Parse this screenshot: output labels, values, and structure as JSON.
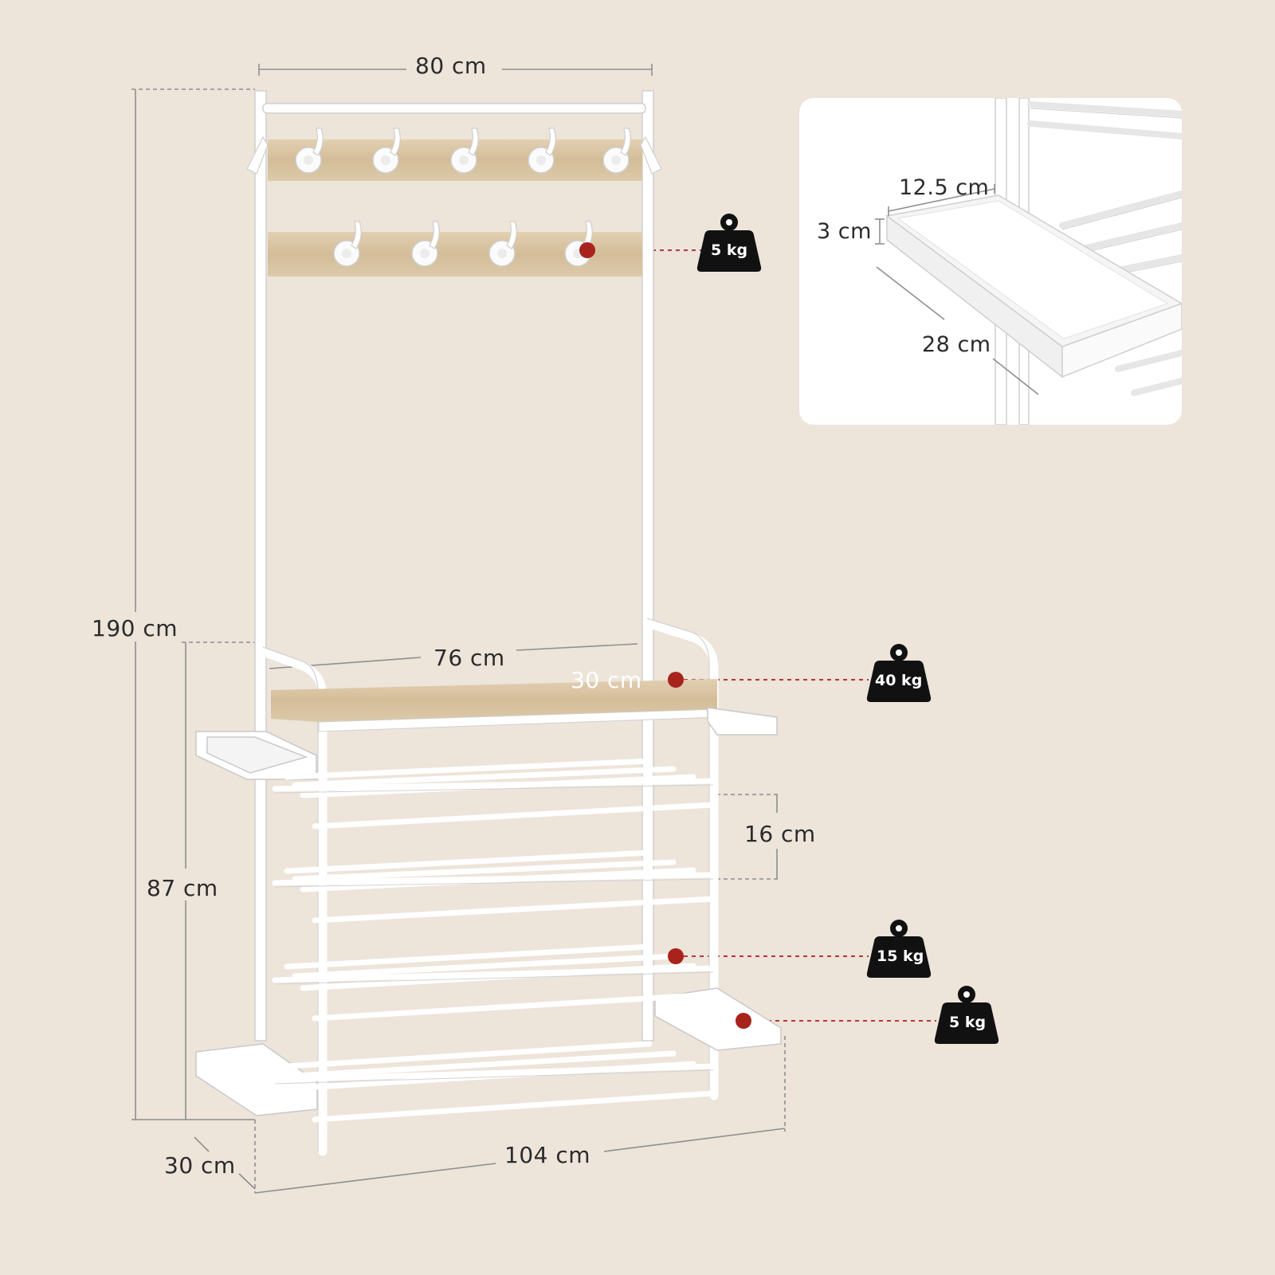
{
  "dimensions": {
    "width_top": "80 cm",
    "height_total": "190 cm",
    "height_bench": "87 cm",
    "depth": "30 cm",
    "width_bottom": "104 cm",
    "bench_width": "76 cm",
    "bench_depth": "30 cm",
    "shelf_spacing": "16 cm"
  },
  "inset": {
    "tray_width": "12.5 cm",
    "tray_height": "3 cm",
    "tray_length": "28 cm"
  },
  "load_capacity": {
    "hooks": "5 kg",
    "bench": "40 kg",
    "shelf": "15 kg",
    "side_tray": "5 kg"
  },
  "colors": {
    "background": "#ede4da",
    "frame": "#ffffff",
    "wood": "#d9c4a4",
    "marker": "#a8231c",
    "weight_icon": "#111111",
    "dimension_line": "#8a8a8a"
  }
}
